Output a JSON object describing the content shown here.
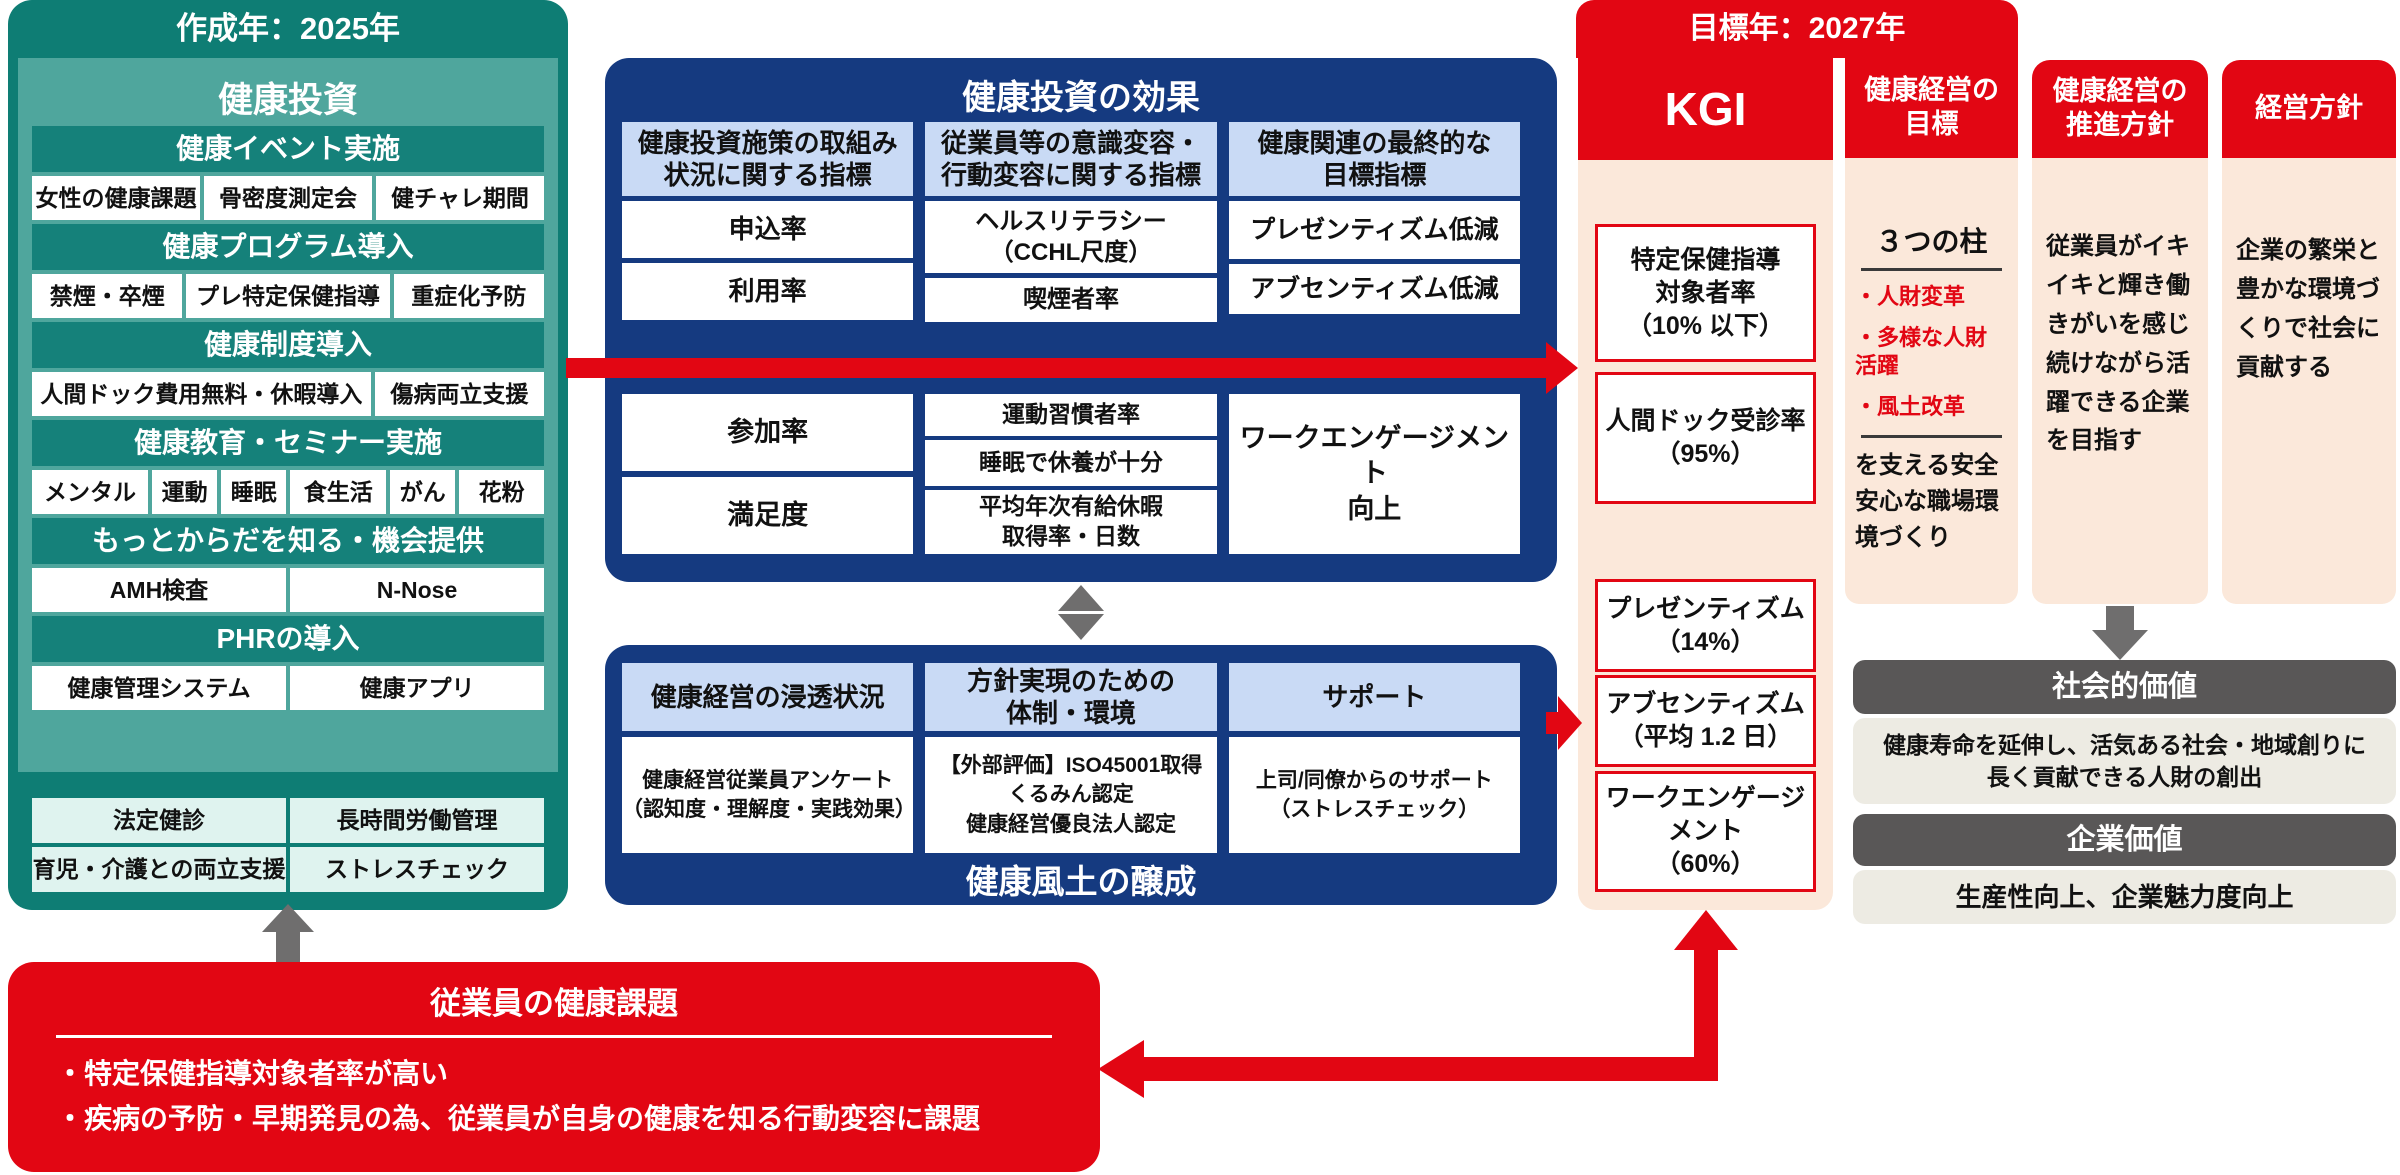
{
  "colors": {
    "teal": "#0e7d74",
    "teal_light": "#4fa69d",
    "mint": "#dff3ef",
    "navy": "#153a80",
    "blue_light": "#c9daf5",
    "red": "#e20613",
    "cream": "#fbe8da",
    "gray_dark": "#595757",
    "gray_light": "#edebe3",
    "gray_arrow": "#6f6e6e"
  },
  "investment": {
    "year_label": "作成年：2025年",
    "title": "健康投資",
    "groups": [
      {
        "header": "健康イベント実施",
        "cells": [
          "女性の健康課題",
          "骨密度測定会",
          "健チャレ期間"
        ]
      },
      {
        "header": "健康プログラム導入",
        "cells": [
          "禁煙・卒煙",
          "プレ特定保健指導",
          "重症化予防"
        ]
      },
      {
        "header": "健康制度導入",
        "cells": [
          "人間ドック費用無料・休暇導入",
          "傷病両立支援"
        ]
      },
      {
        "header": "健康教育・セミナー実施",
        "cells": [
          "メンタル",
          "運動",
          "睡眠",
          "食生活",
          "がん",
          "花粉"
        ]
      },
      {
        "header": "もっとからだを知る・機会提供",
        "cells": [
          "AMH検査",
          "N-Nose"
        ]
      },
      {
        "header": "PHRの導入",
        "cells": [
          "健康管理システム",
          "健康アプリ"
        ]
      }
    ],
    "base_cells": [
      "法定健診",
      "長時間労働管理",
      "育児・介護との両立支援",
      "ストレスチェック"
    ]
  },
  "effects": {
    "title": "健康投資の効果",
    "col1": {
      "header_lines": [
        "健康投資施策の取組み",
        "状況に関する指標"
      ],
      "cells": [
        "申込率",
        "利用率"
      ],
      "cells2": [
        "参加率",
        "満足度"
      ]
    },
    "col2": {
      "header_lines": [
        "従業員等の意識変容・",
        "行動変容に関する指標"
      ],
      "cell1_lines": [
        "ヘルスリテラシー",
        "（CCHL尺度）"
      ],
      "cell2": "喫煙者率",
      "cells2": [
        "運動習慣者率",
        "睡眠で休養が十分"
      ],
      "cell2_3_lines": [
        "平均年次有給休暇",
        "取得率・日数"
      ]
    },
    "col3": {
      "header_lines": [
        "健康関連の最終的な",
        "目標指標"
      ],
      "cells": [
        "プレゼンティズム低減",
        "アブセンティズム低減"
      ],
      "cell2_lines": [
        "ワークエンゲージメント",
        "向上"
      ]
    }
  },
  "culture": {
    "title": "健康風土の醸成",
    "col1": {
      "header": "健康経営の浸透状況",
      "cell_lines": [
        "健康経営従業員アンケート",
        "（認知度・理解度・実践効果）"
      ]
    },
    "col2": {
      "header_lines": [
        "方針実現のための",
        "体制・環境"
      ],
      "cell_lines": [
        "【外部評価】ISO45001取得",
        "くるみん認定",
        "健康経営優良法人認定"
      ]
    },
    "col3": {
      "header": "サポート",
      "cell_lines": [
        "上司/同僚からのサポート",
        "（ストレスチェック）"
      ]
    }
  },
  "kgi": {
    "banner_label": "目標年：2027年",
    "header": "KGI",
    "boxes": [
      {
        "lines": [
          "特定保健指導",
          "対象者率",
          "（10% 以下）"
        ]
      },
      {
        "lines": [
          "人間ドック受診率",
          "（95%）"
        ]
      },
      {
        "lines": [
          "プレゼンティズム",
          "（14%）"
        ]
      },
      {
        "lines": [
          "アブセンティズム",
          "（平均 1.2 日）"
        ]
      },
      {
        "lines": [
          "ワークエンゲージ",
          "メント",
          "（60%）"
        ]
      }
    ]
  },
  "goal": {
    "header_lines": [
      "健康経営の",
      "目標"
    ],
    "pillars_title": "３つの柱",
    "pillars": [
      "・人財変革",
      "・多様な人財活躍",
      "・風土改革"
    ],
    "footer": "を支える安全安心な職場環境づくり"
  },
  "promotion": {
    "header_lines": [
      "健康経営の",
      "推進方針"
    ],
    "body": "従業員がイキイキと輝き働きがいを感じ続けながら活躍できる企業を目指す"
  },
  "management": {
    "header": "経営方針",
    "body": "企業の繁栄と豊かな環境づくりで社会に貢献する"
  },
  "values": {
    "social": {
      "header": "社会的価値",
      "body_lines": [
        "健康寿命を延伸し、活気ある社会・地域創りに",
        "長く貢献できる人財の創出"
      ]
    },
    "corporate": {
      "header": "企業価値",
      "body": "生産性向上、企業魅力度向上"
    }
  },
  "issues": {
    "title": "従業員の健康課題",
    "bullets": [
      "・特定保健指導対象者率が高い",
      "・疾病の予防・早期発見の為、従業員が自身の健康を知る行動変容に課題"
    ]
  }
}
